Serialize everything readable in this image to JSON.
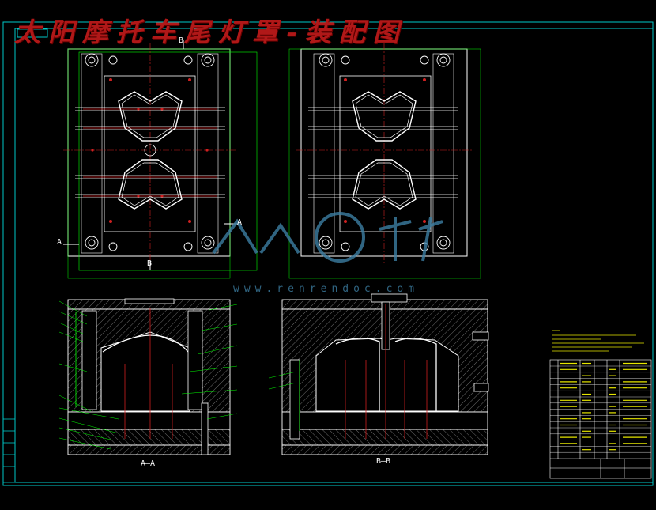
{
  "drawing": {
    "title": "太阳摩托车尾灯罩-装配图",
    "section_a": "A—A",
    "section_b": "B—B",
    "cut_b_top": "B",
    "cut_b_bottom": "B",
    "cut_a_left": "A",
    "cut_a_right": "A",
    "watermark_url": "www.renrendoc.com"
  },
  "colors": {
    "background": "#000000",
    "frame": "#00c8c8",
    "outline": "#ffffff",
    "center_line": "#d02020",
    "dimension": "#00ff00",
    "hatch": "#aaaaaa",
    "note_text": "#e6e600",
    "title_text": "#b01818"
  }
}
